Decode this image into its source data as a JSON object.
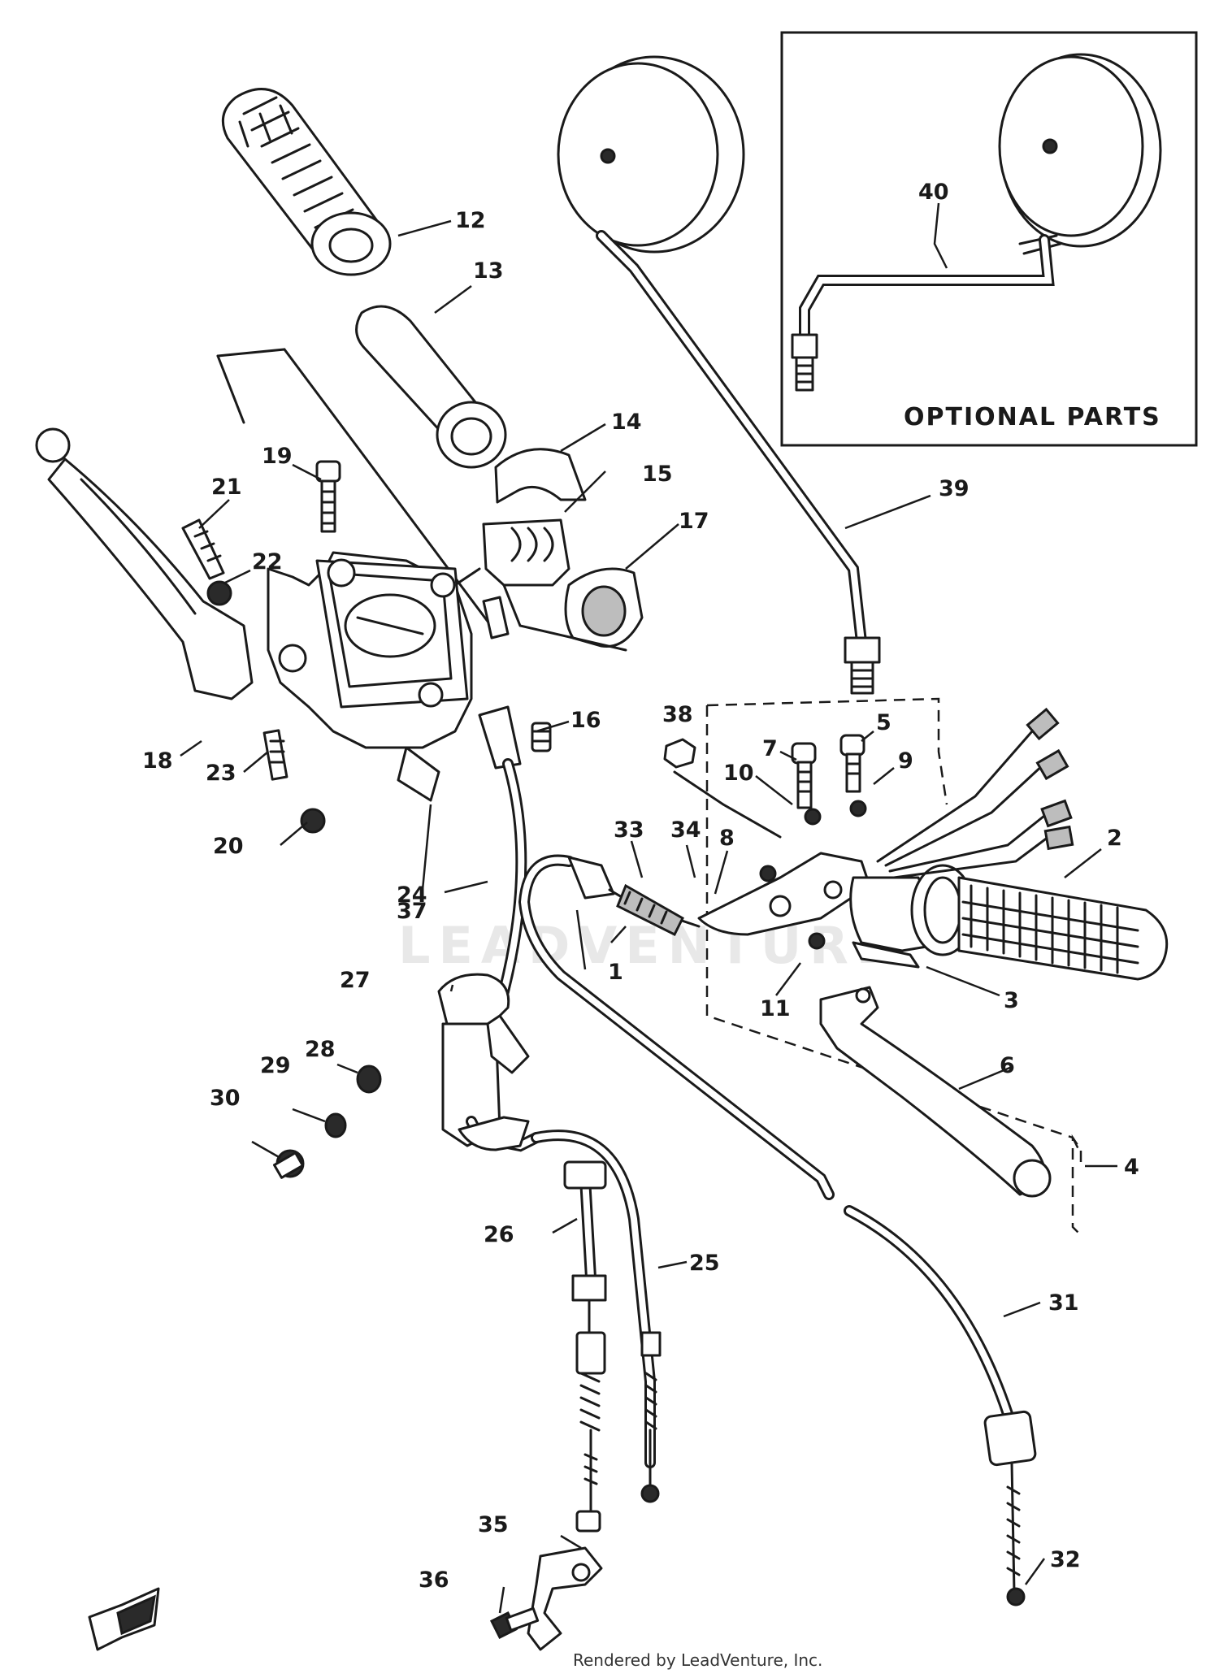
{
  "diagram": {
    "callouts": [
      "1",
      "2",
      "3",
      "4",
      "5",
      "6",
      "7",
      "8",
      "9",
      "10",
      "11",
      "12",
      "13",
      "14",
      "15",
      "16",
      "17",
      "18",
      "19",
      "20",
      "21",
      "22",
      "23",
      "24",
      "25",
      "26",
      "27",
      "28",
      "29",
      "30",
      "31",
      "32",
      "33",
      "34",
      "35",
      "36",
      "37",
      "38",
      "39",
      "40"
    ],
    "optional_parts_label": "OPTIONAL PARTS",
    "credit": "Rendered by LeadVenture, Inc.",
    "watermark": "LEADVENTURE"
  }
}
